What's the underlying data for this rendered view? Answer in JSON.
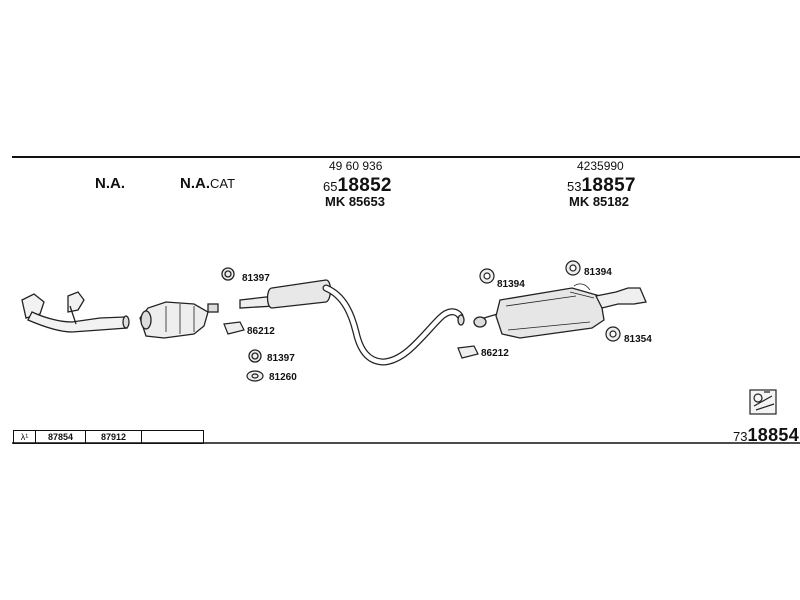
{
  "columns": {
    "col1": "N.A.",
    "col2_main": "N.A.",
    "col2_suffix": "CAT",
    "col3": {
      "ref_top": "49 60 936",
      "prefix": "65",
      "main": "18852",
      "mk": "MK 85653"
    },
    "col4": {
      "ref_top": "4235990",
      "prefix": "53",
      "main": "18857",
      "mk": "MK 85182"
    }
  },
  "parts": {
    "clamp_top": "81397",
    "rubber_mount": "86212",
    "clamp_bottom": "81397",
    "gasket": "81260",
    "hanger_left": "81394",
    "hanger_right": "81394",
    "hanger_lower": "81354",
    "rubber_mount_rear": "86212"
  },
  "lambda_table": {
    "symbol": "λ¹",
    "cells": [
      "87854",
      "87912",
      ""
    ]
  },
  "kit_number": {
    "prefix": "73",
    "main": "18854"
  }
}
